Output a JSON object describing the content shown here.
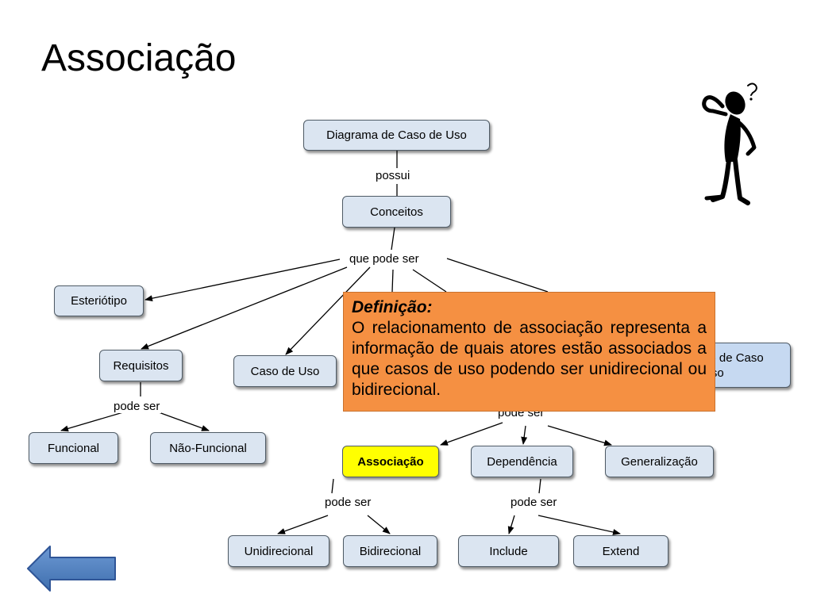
{
  "slide": {
    "title": "Associação"
  },
  "nodes": {
    "diagrama": "Diagrama de Caso de Uso",
    "conceitos": "Conceitos",
    "esteriotipo": "Esteriótipo",
    "requisitos": "Requisitos",
    "caso_de_uso": "Caso de Uso",
    "relacao_partial_line1": "ão de Caso",
    "relacao_partial_line2": "Uso",
    "funcional": "Funcional",
    "nao_funcional": "Não-Funcional",
    "associacao": "Associação",
    "dependencia": "Dependência",
    "generalizacao": "Generalização",
    "unidirecional": "Unidirecional",
    "bidirecional": "Bidirecional",
    "include": "Include",
    "extend": "Extend"
  },
  "labels": {
    "possui": "possui",
    "que_pode_ser": "que pode ser",
    "pode_ser_requisitos": "pode ser",
    "pode_ser_relacao": "pode ser",
    "pode_ser_associacao": "pode ser",
    "pode_ser_dependencia": "pode ser"
  },
  "definition": {
    "title": "Definição:",
    "text": "O relacionamento de associação representa a informação de quais atores estão associados a que casos de uso podendo ser unidirecional ou bidirecional."
  },
  "colors": {
    "node_fill": "#dbe5f1",
    "highlight_fill": "#ffff00",
    "definition_fill": "#f59042",
    "back_arrow_fill": "#4f81bd"
  },
  "icons": {
    "thinker": "thinking-person-icon",
    "back": "back-arrow-icon"
  }
}
